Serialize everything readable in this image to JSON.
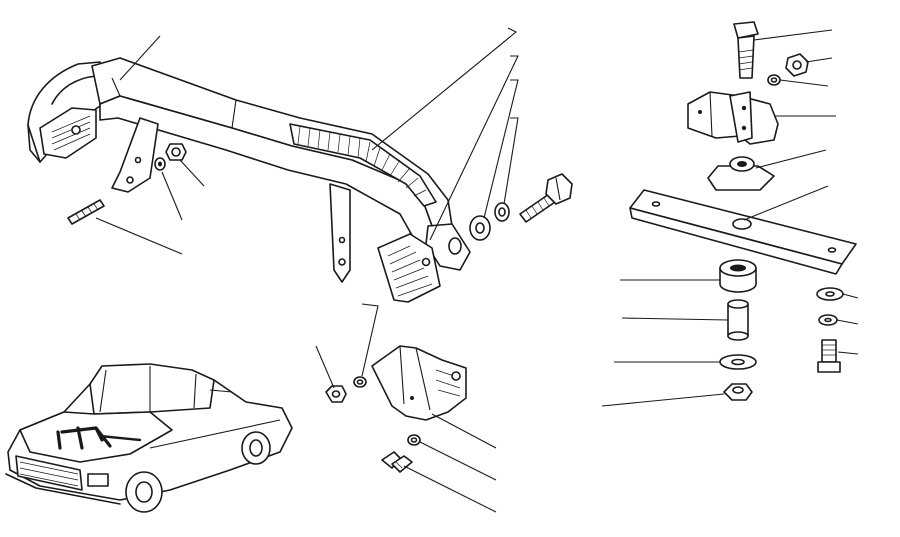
{
  "figure": {
    "background_color": "#ffffff",
    "ink_color": "#1a1a1a"
  },
  "parts": [
    {
      "id": "crossmember-main"
    },
    {
      "id": "stud"
    },
    {
      "id": "washer-small-left"
    },
    {
      "id": "nut-left"
    },
    {
      "id": "plate-bracket-front"
    },
    {
      "id": "flat-washer-mid"
    },
    {
      "id": "spring-washer-mid"
    },
    {
      "id": "bolt-mid"
    },
    {
      "id": "bolt-top-right"
    },
    {
      "id": "nut-top-right"
    },
    {
      "id": "spring-washer-top-right"
    },
    {
      "id": "engine-support-bracket"
    },
    {
      "id": "rubber-cushion"
    },
    {
      "id": "cross-bar"
    },
    {
      "id": "rubber-bush"
    },
    {
      "id": "spacer-sleeve"
    },
    {
      "id": "flat-washer-lower"
    },
    {
      "id": "nut-lower"
    },
    {
      "id": "flat-washer-right"
    },
    {
      "id": "spring-washer-right"
    },
    {
      "id": "bolt-small-right"
    },
    {
      "id": "side-bracket"
    },
    {
      "id": "nut-bottom"
    },
    {
      "id": "spring-washer-bottom"
    },
    {
      "id": "spring-washer-bracket"
    },
    {
      "id": "bolt-bracket"
    },
    {
      "id": "car-location-view"
    }
  ]
}
